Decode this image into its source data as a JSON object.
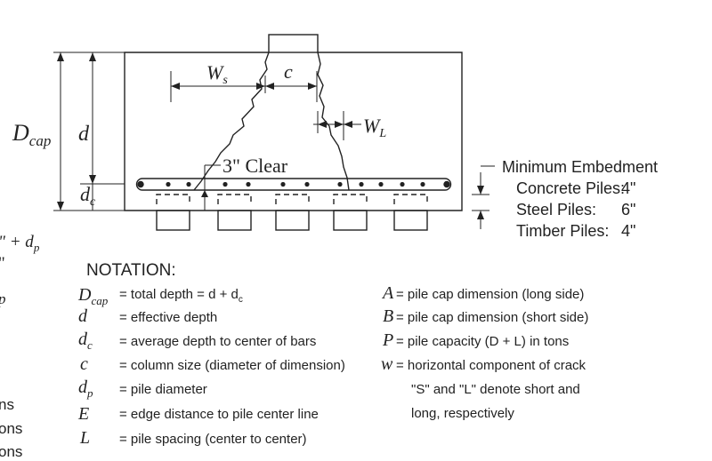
{
  "diagram": {
    "labels": {
      "d_cap": "D",
      "d_cap_sub": "cap",
      "d": "d",
      "d_c": "d",
      "d_c_sub": "c",
      "w_s": "W",
      "w_s_sub": "s",
      "c": "c",
      "w_l": "W",
      "w_l_sub": "L",
      "clear": "3\" Clear"
    },
    "embedment": {
      "title": "Minimum Embedment",
      "rows": [
        {
          "type": "Concrete Piles:",
          "value": "4\""
        },
        {
          "type": "Steel Piles:",
          "value": "6\""
        },
        {
          "type": "Timber Piles:",
          "value": "4\""
        }
      ]
    },
    "left_fragments": [
      "\" + d",
      "p",
      "\"",
      "p",
      "ns",
      "ons",
      "ons"
    ]
  },
  "notation": {
    "title": "NOTATION:",
    "left": [
      {
        "sym": "D",
        "sub": "cap",
        "def": "= total depth = d + d",
        "def_sub": "c"
      },
      {
        "sym": "d",
        "sub": "",
        "def": "= effective depth",
        "def_sub": ""
      },
      {
        "sym": "d",
        "sub": "c",
        "def": "= average depth to center of bars",
        "def_sub": ""
      },
      {
        "sym": "c",
        "sub": "",
        "def": "= column size (diameter of dimension)",
        "def_sub": ""
      },
      {
        "sym": "d",
        "sub": "p",
        "def": "= pile diameter",
        "def_sub": ""
      },
      {
        "sym": "E",
        "sub": "",
        "def": "= edge distance to pile center line",
        "def_sub": ""
      },
      {
        "sym": "L",
        "sub": "",
        "def": "= pile spacing (center to center)",
        "def_sub": ""
      }
    ],
    "right": [
      {
        "sym": "A",
        "def": "= pile cap dimension (long side)"
      },
      {
        "sym": "B",
        "def": "= pile cap dimension (short side)"
      },
      {
        "sym": "P",
        "def": "= pile capacity (D + L) in tons"
      },
      {
        "sym": "w",
        "def": "= horizontal component of crack"
      },
      {
        "sym": "",
        "def": "\"S\" and \"L\" denote short and"
      },
      {
        "sym": "",
        "def": "long, respectively"
      }
    ]
  }
}
